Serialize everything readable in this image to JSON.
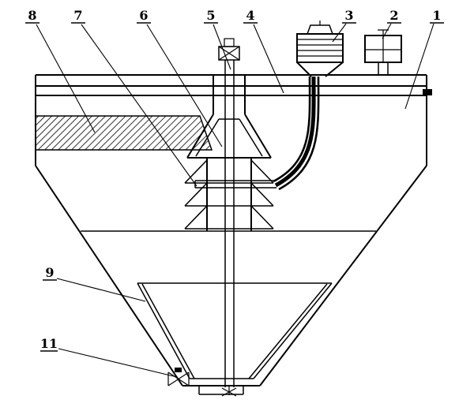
{
  "figure": {
    "kind": "technical sectional line drawing",
    "colors": {
      "background": "#ffffff",
      "line": "#000000"
    }
  },
  "callouts": {
    "c1": "1",
    "c2": "2",
    "c3": "3",
    "c4": "4",
    "c5": "5",
    "c6": "6",
    "c7": "7",
    "c8": "8",
    "c9": "9",
    "c11": "11"
  }
}
